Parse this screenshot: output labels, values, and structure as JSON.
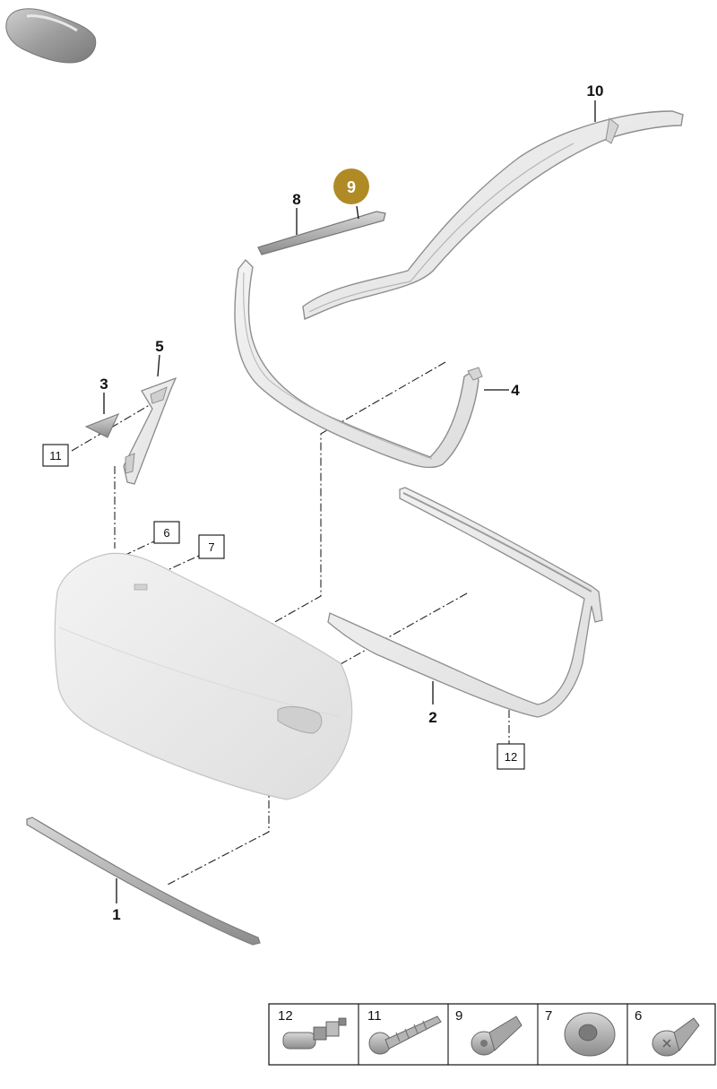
{
  "callouts": {
    "c1": "1",
    "c2": "2",
    "c3": "3",
    "c4": "4",
    "c5": "5",
    "c8": "8",
    "c9": "9",
    "c10": "10"
  },
  "boxed_refs": {
    "b6": "6",
    "b7": "7",
    "b11": "11",
    "b12": "12"
  },
  "legend": [
    {
      "number": "12",
      "icon": "clip-icon"
    },
    {
      "number": "11",
      "icon": "screw-icon"
    },
    {
      "number": "9",
      "icon": "bolt-icon"
    },
    {
      "number": "7",
      "icon": "washer-icon"
    },
    {
      "number": "6",
      "icon": "torx-screw-icon"
    }
  ],
  "colors": {
    "highlight": "#b08a25",
    "part_fill": "#ededed",
    "part_stroke": "#9a9a9a"
  }
}
